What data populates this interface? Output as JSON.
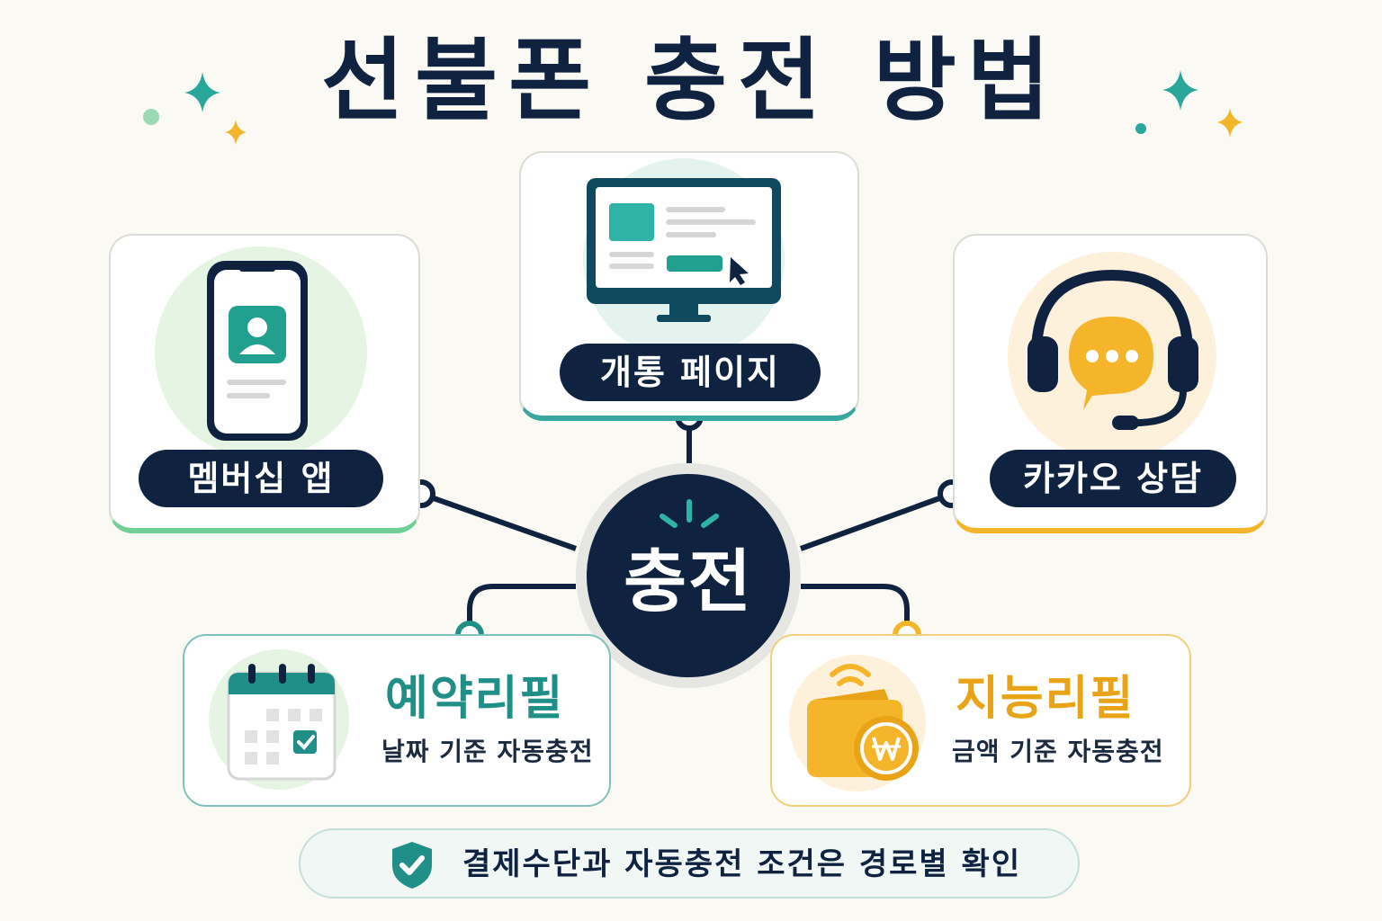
{
  "title": "선불폰 충전 방법",
  "hub": {
    "label": "충전"
  },
  "methods": [
    {
      "label": "멤버십 앱",
      "icon": "smartphone-icon"
    },
    {
      "label": "개통 페이지",
      "icon": "monitor-icon"
    },
    {
      "label": "카카오 상담",
      "icon": "headset-chat-icon"
    }
  ],
  "refills": [
    {
      "title": "예약리필",
      "desc": "날짜 기준 자동충전",
      "icon": "calendar-icon",
      "color": "#1f8f88"
    },
    {
      "title": "지능리필",
      "desc": "금액 기준 자동충전",
      "icon": "wallet-won-icon",
      "color": "#e8a317"
    }
  ],
  "footer": {
    "text": "결제수단과 자동충전 조건은 경로별 확인",
    "icon": "shield-check-icon"
  },
  "colors": {
    "navy": "#0f2340",
    "teal": "#1f8f88",
    "green": "#6fcf97",
    "yellow": "#f4b52a",
    "background": "#fbf9f3"
  }
}
